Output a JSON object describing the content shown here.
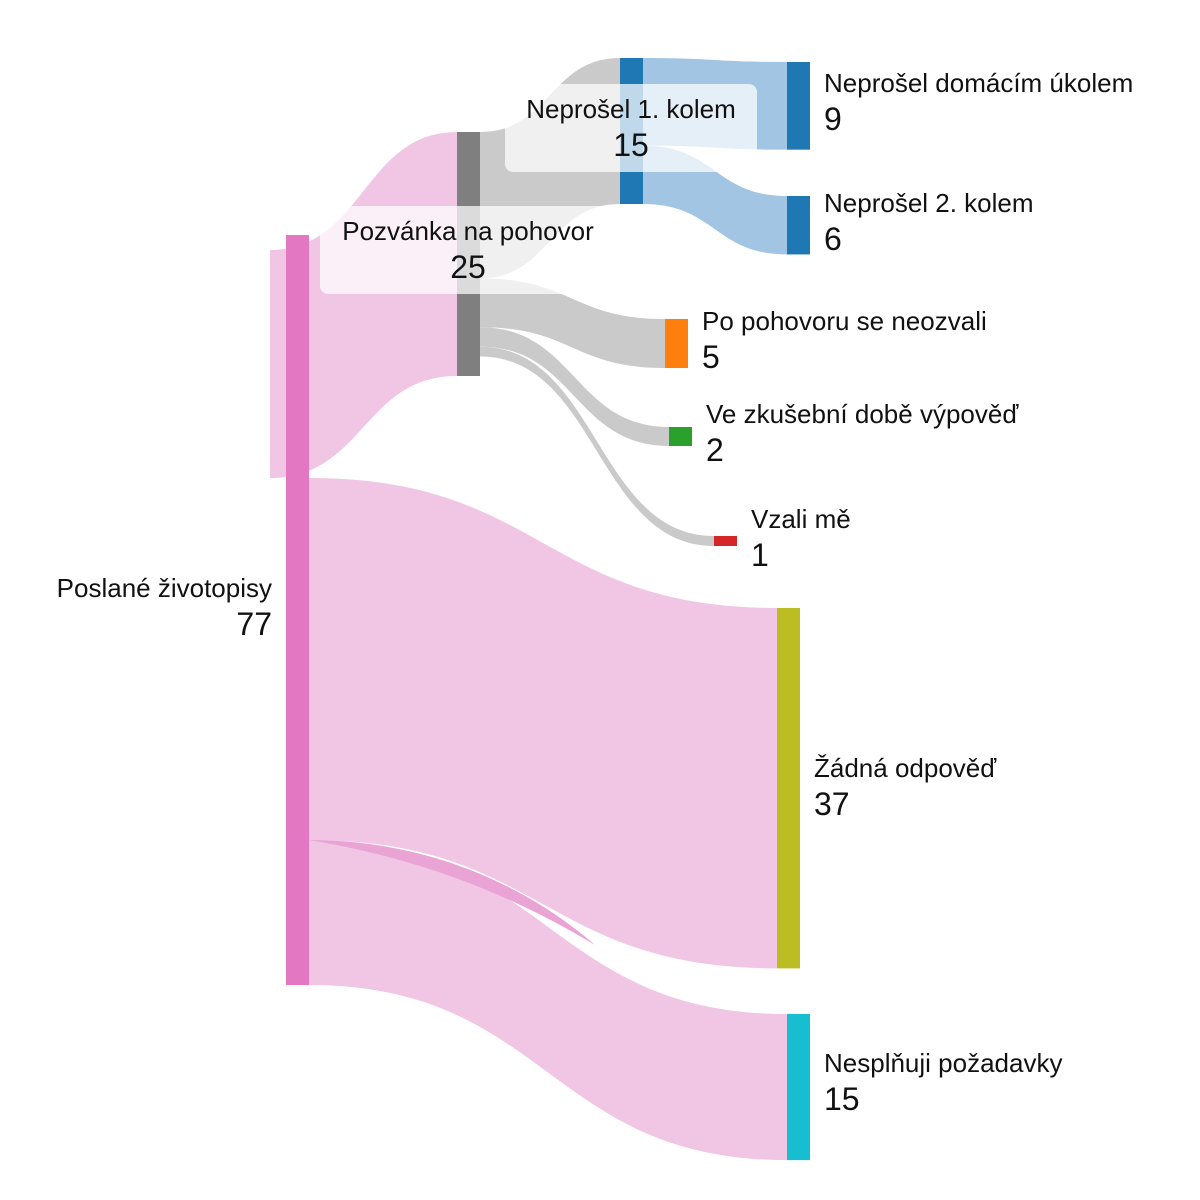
{
  "chart_data": {
    "type": "sankey",
    "nodes": [
      {
        "id": "cv",
        "label": "Poslané životopisy",
        "value": 77,
        "color": "#e377c2"
      },
      {
        "id": "interview",
        "label": "Pozvánka na pohovor",
        "value": 25,
        "color": "#7f7f7f"
      },
      {
        "id": "round1",
        "label": "Neprošel 1. kolem",
        "value": 15,
        "color": "#1f77b4"
      },
      {
        "id": "homework",
        "label": "Neprošel domácím úkolem",
        "value": 9,
        "color": "#1f77b4"
      },
      {
        "id": "round2",
        "label": "Neprošel 2. kolem",
        "value": 6,
        "color": "#1f77b4"
      },
      {
        "id": "noreply_after",
        "label": "Po pohovoru se neozvali",
        "value": 5,
        "color": "#ff7f0e"
      },
      {
        "id": "probation",
        "label": "Ve zkušební době výpověď",
        "value": 2,
        "color": "#2ca02c"
      },
      {
        "id": "hired",
        "label": "Vzali mě",
        "value": 1,
        "color": "#d62728"
      },
      {
        "id": "noreply",
        "label": "Žádná odpověď",
        "value": 37,
        "color": "#bcbd22"
      },
      {
        "id": "requirements",
        "label": "Nesplňuji požadavky",
        "value": 15,
        "color": "#17becf"
      }
    ],
    "links": [
      {
        "source": "cv",
        "target": "interview",
        "value": 25
      },
      {
        "source": "cv",
        "target": "noreply",
        "value": 37
      },
      {
        "source": "cv",
        "target": "requirements",
        "value": 15
      },
      {
        "source": "interview",
        "target": "round1",
        "value": 15
      },
      {
        "source": "interview",
        "target": "noreply_after",
        "value": 5
      },
      {
        "source": "interview",
        "target": "probation",
        "value": 2
      },
      {
        "source": "interview",
        "target": "hired",
        "value": 1
      },
      {
        "source": "round1",
        "target": "homework",
        "value": 9
      },
      {
        "source": "round1",
        "target": "round2",
        "value": 6
      }
    ],
    "link_colors": {
      "cv": "#f0c2e3",
      "interview": "#c7c7c7",
      "round1": "#9cc2e0"
    }
  }
}
